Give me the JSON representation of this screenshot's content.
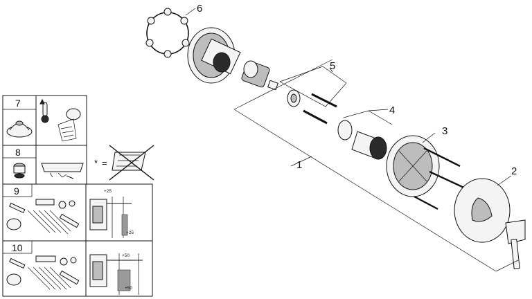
{
  "callouts": {
    "c1": "1",
    "c2": "2",
    "c3": "3",
    "c4": "4",
    "c5": "5",
    "c6": "6"
  },
  "table": {
    "row7": "7",
    "row8": "8",
    "row9": "9",
    "row10": "10",
    "dim_plus25_top": "+25",
    "dim_plus25_bottom": "+25",
    "dim_plus50_top": "+50",
    "dim_plus50_bottom": "+50"
  },
  "note": {
    "star": "*",
    "equals": "="
  }
}
